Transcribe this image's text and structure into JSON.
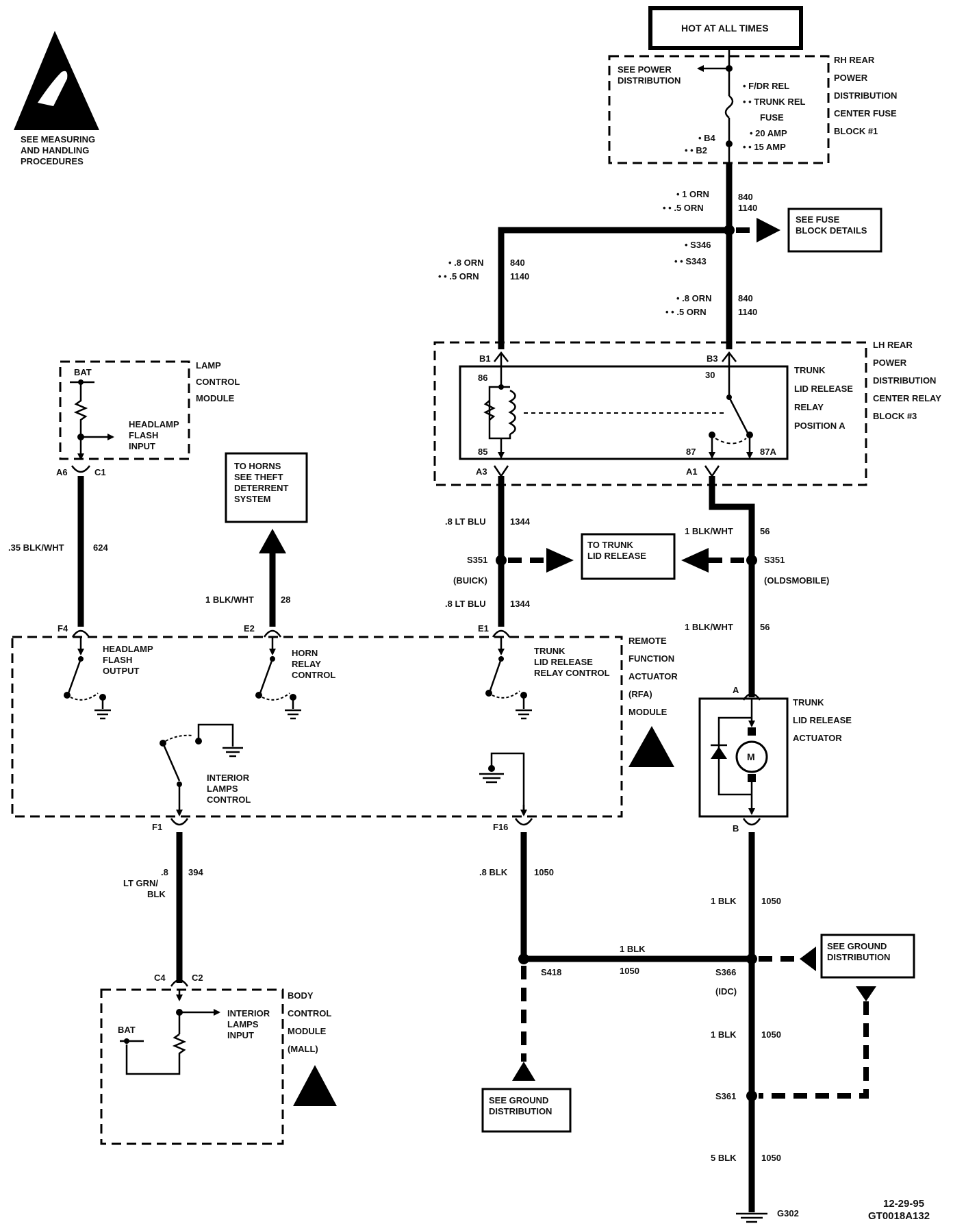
{
  "hot": "HOT AT ALL TIMES",
  "esd_note": [
    "SEE MEASURING",
    "AND HANDLING",
    "PROCEDURES"
  ],
  "fuse_block": {
    "see_power": [
      "SEE POWER",
      "DISTRIBUTION"
    ],
    "fuse_lines": [
      "• F/DR REL",
      "• • TRUNK REL",
      "FUSE",
      "• 20 AMP",
      "• • 15 AMP"
    ],
    "pins": [
      "• B4",
      "• • B2"
    ],
    "title": [
      "RH REAR",
      "POWER",
      "DISTRIBUTION",
      "CENTER FUSE",
      "BLOCK #1"
    ]
  },
  "top_wires": {
    "w1a": "• 1 ORN",
    "w1b": "840",
    "w2a": "• • .5 ORN",
    "w2b": "1140",
    "s1": "• S346",
    "s2": "• • S343",
    "fuse_details": [
      "SEE FUSE",
      "BLOCK DETAILS"
    ],
    "left1a": "• .8 ORN",
    "left1b": "840",
    "left2a": "• • .5 ORN",
    "left2b": "1140",
    "right1a": "• .8 ORN",
    "right1b": "840",
    "right2a": "• • .5 ORN",
    "right2b": "1140"
  },
  "relay_block": {
    "b1": "B1",
    "b3": "B3",
    "p86": "86",
    "p85": "85",
    "p30": "30",
    "p87": "87",
    "p87a": "87A",
    "a3": "A3",
    "a1": "A1",
    "relay_title": [
      "TRUNK",
      "LID RELEASE",
      "RELAY",
      "POSITION A"
    ],
    "block_title": [
      "LH REAR",
      "POWER",
      "DISTRIBUTION",
      "CENTER RELAY",
      "BLOCK #3"
    ]
  },
  "lamp_module": {
    "bat": "BAT",
    "input": [
      "HEADLAMP",
      "FLASH",
      "INPUT"
    ],
    "title": [
      "LAMP",
      "CONTROL",
      "MODULE"
    ],
    "a6": "A6",
    "c1": "C1"
  },
  "horns": [
    "TO HORNS",
    "SEE THEFT",
    "DETERRENT",
    "SYSTEM"
  ],
  "mid_wires": {
    "w624a": ".35 BLK/WHT",
    "w624b": "624",
    "w28a": "1 BLK/WHT",
    "w28b": "28",
    "w1344a": ".8 LT BLU",
    "w1344b": "1344",
    "s351l": "S351",
    "buick": "(BUICK)",
    "w1344c": ".8 LT BLU",
    "w1344d": "1344",
    "trunk_release": [
      "TO TRUNK",
      "LID RELEASE"
    ],
    "w56a": "1 BLK/WHT",
    "w56b": "56",
    "s351r": "S351",
    "olds": "(OLDSMOBILE)",
    "w56c": "1 BLK/WHT",
    "w56d": "56"
  },
  "rfa": {
    "f4": "F4",
    "e2": "E2",
    "e1": "E1",
    "f1": "F1",
    "f16": "F16",
    "headlamp": [
      "HEADLAMP",
      "FLASH",
      "OUTPUT"
    ],
    "horn": [
      "HORN",
      "RELAY",
      "CONTROL"
    ],
    "trunk": [
      "TRUNK",
      "LID RELEASE",
      "RELAY CONTROL"
    ],
    "interior": [
      "INTERIOR",
      "LAMPS",
      "CONTROL"
    ],
    "title": [
      "REMOTE",
      "FUNCTION",
      "ACTUATOR",
      "(RFA)",
      "MODULE"
    ]
  },
  "actuator": {
    "a": "A",
    "b": "B",
    "motor": "M",
    "title": [
      "TRUNK",
      "LID RELEASE",
      "ACTUATOR"
    ]
  },
  "lower": {
    "w394a": ".8",
    "w394b": "LT GRN/",
    "w394c": "BLK",
    "w394d": "394",
    "w1050a": ".8 BLK",
    "w1050b": "1050",
    "r1050a": "1 BLK",
    "r1050b": "1050",
    "h1050a": "1 BLK",
    "h1050b": "1050",
    "s418": "S418",
    "s366": "S366",
    "idc": "(IDC)",
    "see_ground_r": [
      "SEE GROUND",
      "DISTRIBUTION"
    ],
    "see_ground_b": [
      "SEE GROUND",
      "DISTRIBUTION"
    ],
    "r2a": "1 BLK",
    "r2b": "1050",
    "s361": "S361",
    "r3a": "5 BLK",
    "r3b": "1050",
    "g302": "G302"
  },
  "bcm": {
    "c4": "C4",
    "c2": "C2",
    "bat": "BAT",
    "input": [
      "INTERIOR",
      "LAMPS",
      "INPUT"
    ],
    "title": [
      "BODY",
      "CONTROL",
      "MODULE",
      "(MALL)"
    ]
  },
  "footer": [
    "12-29-95",
    "GT0018A132"
  ]
}
